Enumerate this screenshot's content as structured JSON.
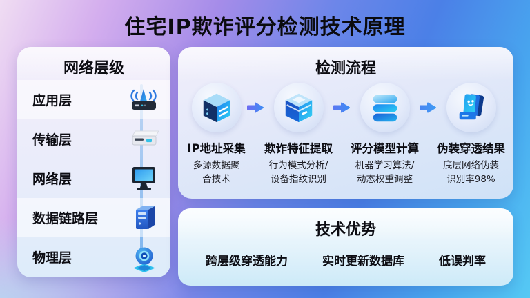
{
  "title": "住宅IP欺诈评分检测技术原理",
  "colors": {
    "accent_blue": "#2b7df0",
    "arrow": "#4f74ee",
    "bg_gradient": [
      "#f0ddf3",
      "#a58ce9",
      "#4b80e7",
      "#55c9f4"
    ]
  },
  "network_layers": {
    "heading": "网络层级",
    "items": [
      {
        "label": "应用层",
        "icon": "wifi-router-icon"
      },
      {
        "label": "传输层",
        "icon": "modem-icon"
      },
      {
        "label": "网络层",
        "icon": "monitor-icon"
      },
      {
        "label": "数据链路层",
        "icon": "tower-server-icon"
      },
      {
        "label": "物理层",
        "icon": "orb-device-icon"
      }
    ]
  },
  "detection_flow": {
    "heading": "检测流程",
    "steps": [
      {
        "title": "IP地址采集",
        "desc": "多源数据聚\n合技术",
        "icon": "server-cube-icon"
      },
      {
        "title": "欺诈特征提取",
        "desc": "行为模式分析/\n设备指纹识别",
        "icon": "cube-box-icon"
      },
      {
        "title": "评分模型计算",
        "desc": "机器学习算法/\n动态权重调整",
        "icon": "database-stack-icon"
      },
      {
        "title": "伪装穿透结果",
        "desc": "底层网络伪装\n识别率98%",
        "icon": "card-stack-icon"
      }
    ]
  },
  "advantages": {
    "heading": "技术优势",
    "items": [
      "跨层级穿透能力",
      "实时更新数据库",
      "低误判率"
    ]
  }
}
